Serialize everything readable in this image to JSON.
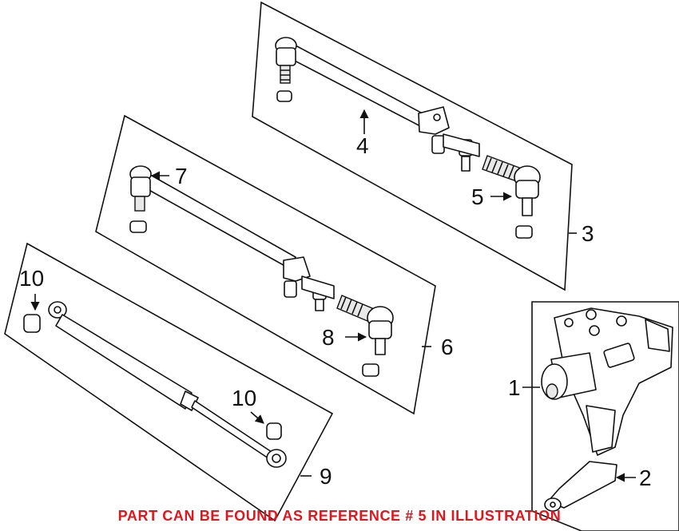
{
  "callouts": {
    "c1": "1",
    "c2": "2",
    "c3": "3",
    "c4": "4",
    "c5": "5",
    "c6": "6",
    "c7": "7",
    "c8": "8",
    "c9": "9",
    "c10a": "10",
    "c10b": "10"
  },
  "footer": {
    "note": "PART CAN BE FOUND AS REFERENCE # 5 IN ILLUSTRATION",
    "color": "#e0161d"
  }
}
